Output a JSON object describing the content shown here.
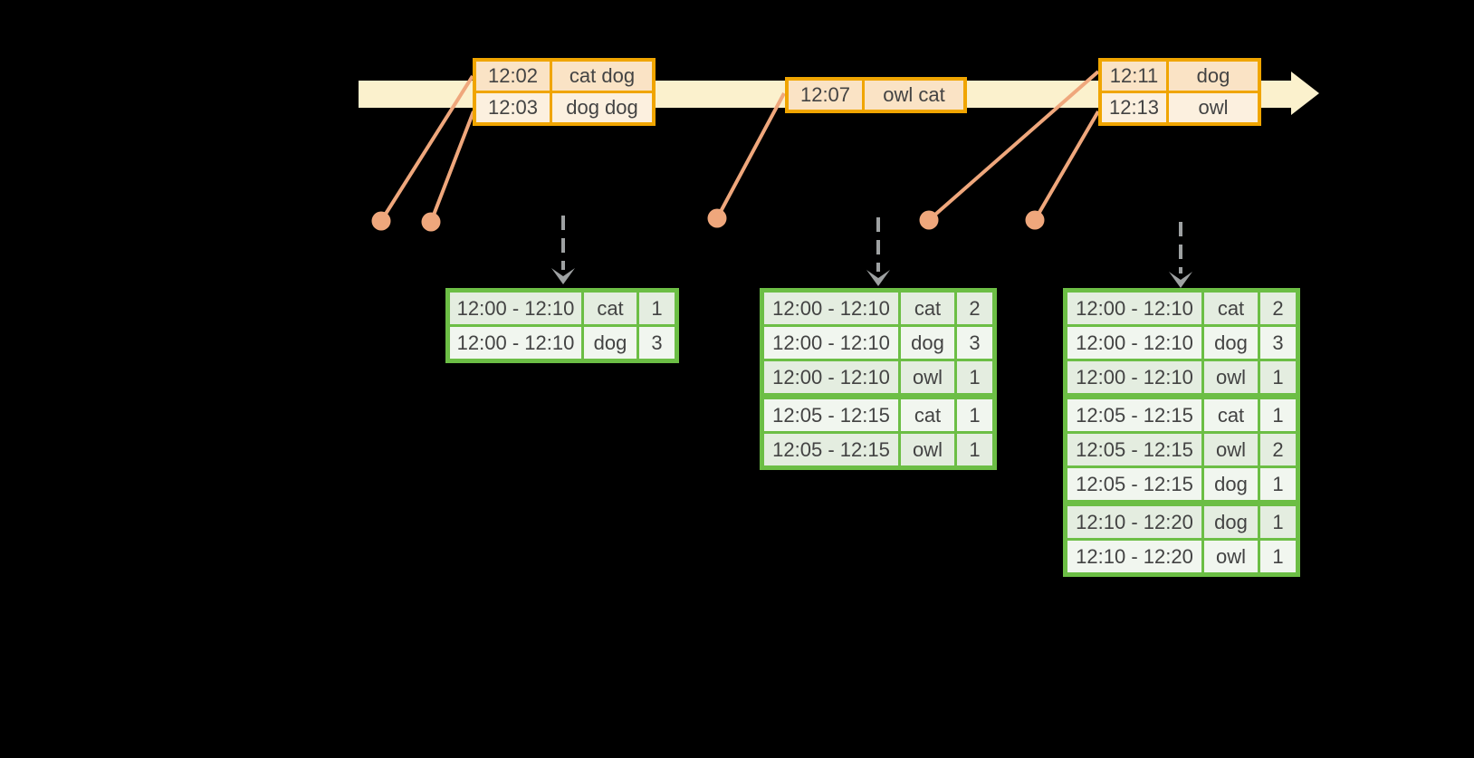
{
  "colors": {
    "background": "#000000",
    "timeline_fill": "#FBF1CD",
    "event_table_border": "#F0A500",
    "event_row_dark": "#FAE3C5",
    "event_row_light": "#FCF0DF",
    "connector_dot_line": "#EFA77C",
    "trigger_arrow": "#9EA1A2",
    "result_table_border": "#6CBE45",
    "result_row_dark": "#E4EDE0",
    "result_row_light": "#F1F6EF",
    "text": "#434343"
  },
  "event_tables": [
    {
      "rows": [
        {
          "time": "12:02",
          "words": "cat dog"
        },
        {
          "time": "12:03",
          "words": "dog dog"
        }
      ]
    },
    {
      "rows": [
        {
          "time": "12:07",
          "words": "owl cat"
        }
      ]
    },
    {
      "rows": [
        {
          "time": "12:11",
          "words": "dog"
        },
        {
          "time": "12:13",
          "words": "owl"
        }
      ]
    }
  ],
  "result_tables": [
    {
      "rows": [
        {
          "window": "12:00 - 12:10",
          "word": "cat",
          "count": "1"
        },
        {
          "window": "12:00 - 12:10",
          "word": "dog",
          "count": "3"
        }
      ]
    },
    {
      "rows": [
        {
          "window": "12:00 - 12:10",
          "word": "cat",
          "count": "2"
        },
        {
          "window": "12:00 - 12:10",
          "word": "dog",
          "count": "3"
        },
        {
          "window": "12:00 - 12:10",
          "word": "owl",
          "count": "1"
        },
        {
          "window": "12:05 - 12:15",
          "word": "cat",
          "count": "1"
        },
        {
          "window": "12:05 - 12:15",
          "word": "owl",
          "count": "1"
        }
      ]
    },
    {
      "rows": [
        {
          "window": "12:00 - 12:10",
          "word": "cat",
          "count": "2"
        },
        {
          "window": "12:00 - 12:10",
          "word": "dog",
          "count": "3"
        },
        {
          "window": "12:00 - 12:10",
          "word": "owl",
          "count": "1"
        },
        {
          "window": "12:05 - 12:15",
          "word": "cat",
          "count": "1"
        },
        {
          "window": "12:05 - 12:15",
          "word": "owl",
          "count": "2"
        },
        {
          "window": "12:05 - 12:15",
          "word": "dog",
          "count": "1"
        },
        {
          "window": "12:10 - 12:20",
          "word": "dog",
          "count": "1"
        },
        {
          "window": "12:10 - 12:20",
          "word": "owl",
          "count": "1"
        }
      ]
    }
  ]
}
